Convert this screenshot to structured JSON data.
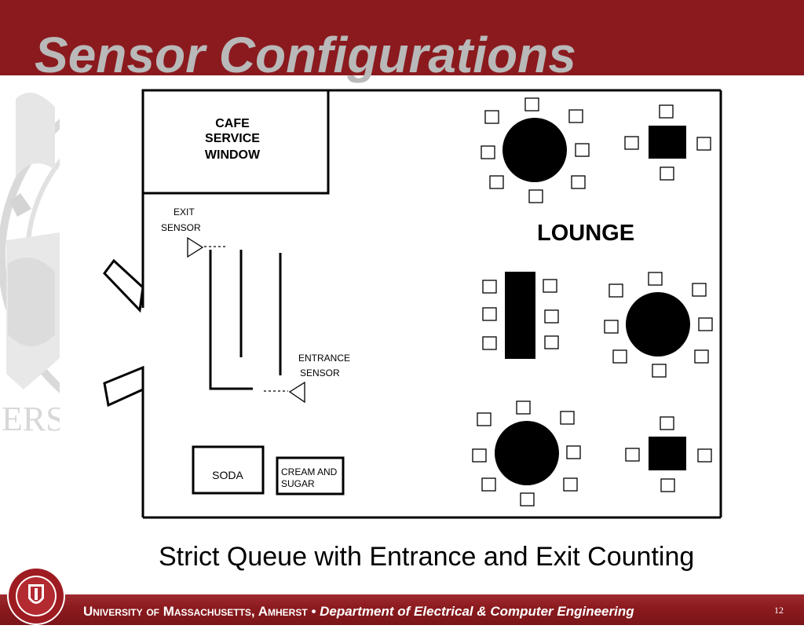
{
  "slide": {
    "title": "Sensor Configurations",
    "caption": "Strict Queue with Entrance and Exit Counting",
    "page_number": "12"
  },
  "footer": {
    "university": "University of Massachusetts, Amherst",
    "separator": "•",
    "department": "Department of Electrical & Computer Engineering"
  },
  "floor_plan": {
    "cafe_service_window": [
      "CAFE",
      "SERVICE",
      "WINDOW"
    ],
    "lounge": "LOUNGE",
    "exit_sensor": [
      "EXIT",
      "SENSOR"
    ],
    "entrance_sensor": [
      "ENTRANCE",
      "SENSOR"
    ],
    "soda": "SODA",
    "cream_and_sugar": [
      "CREAM AND",
      "SUGAR"
    ]
  },
  "colors": {
    "brand_maroon": "#8b1a1e",
    "title_gray": "#b9b9b9"
  },
  "icons": {
    "exit_sensor": "triangle-sensor-icon",
    "entrance_sensor": "triangle-sensor-icon",
    "doors": "door-flap-icon",
    "seal": "university-seal-icon"
  }
}
